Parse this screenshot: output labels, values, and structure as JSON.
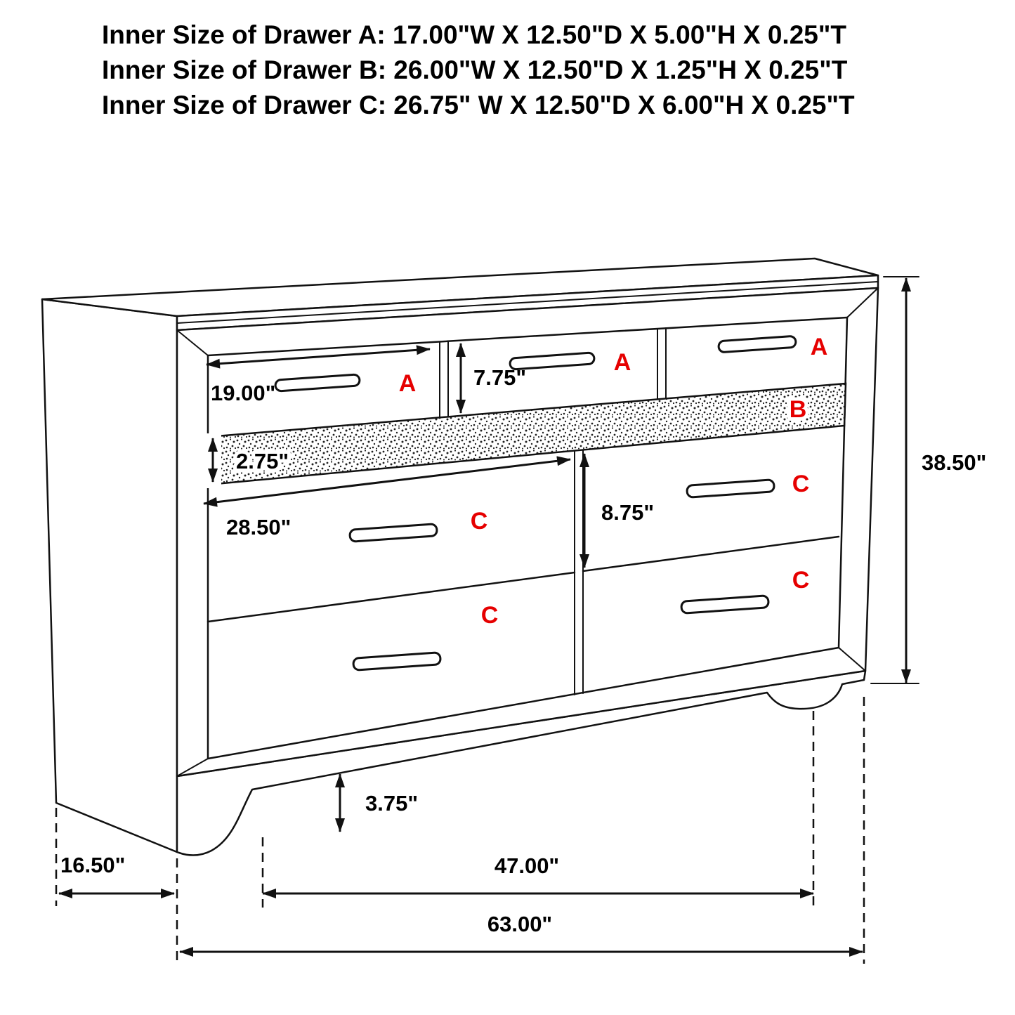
{
  "title_block": {
    "line_a": "Inner Size of Drawer A: 17.00\"W X 12.50\"D X 5.00\"H X 0.25\"T",
    "line_b": "Inner Size of Drawer B: 26.00\"W X 12.50\"D X 1.25\"H X 0.25\"T",
    "line_c": "Inner Size of Drawer C: 26.75\" W X 12.50\"D X 6.00\"H X 0.25\"T"
  },
  "drawer_labels": {
    "a1": "A",
    "a2": "A",
    "a3": "A",
    "b": "B",
    "c_top_left": "C",
    "c_top_right": "C",
    "c_bottom_left": "C",
    "c_bottom_right": "C"
  },
  "dimensions": {
    "drawer_a_width": "19.00\"",
    "drawer_a_height": "7.75\"",
    "drawer_b_height": "2.75\"",
    "drawer_c_width": "28.50\"",
    "drawer_c_height": "8.75\"",
    "overall_height": "38.50\"",
    "foot_height": "3.75\"",
    "depth": "16.50\"",
    "leg_span": "47.00\"",
    "overall_width": "63.00\""
  },
  "colors": {
    "line": "#111111",
    "label_red": "#e60000",
    "background": "#ffffff"
  }
}
